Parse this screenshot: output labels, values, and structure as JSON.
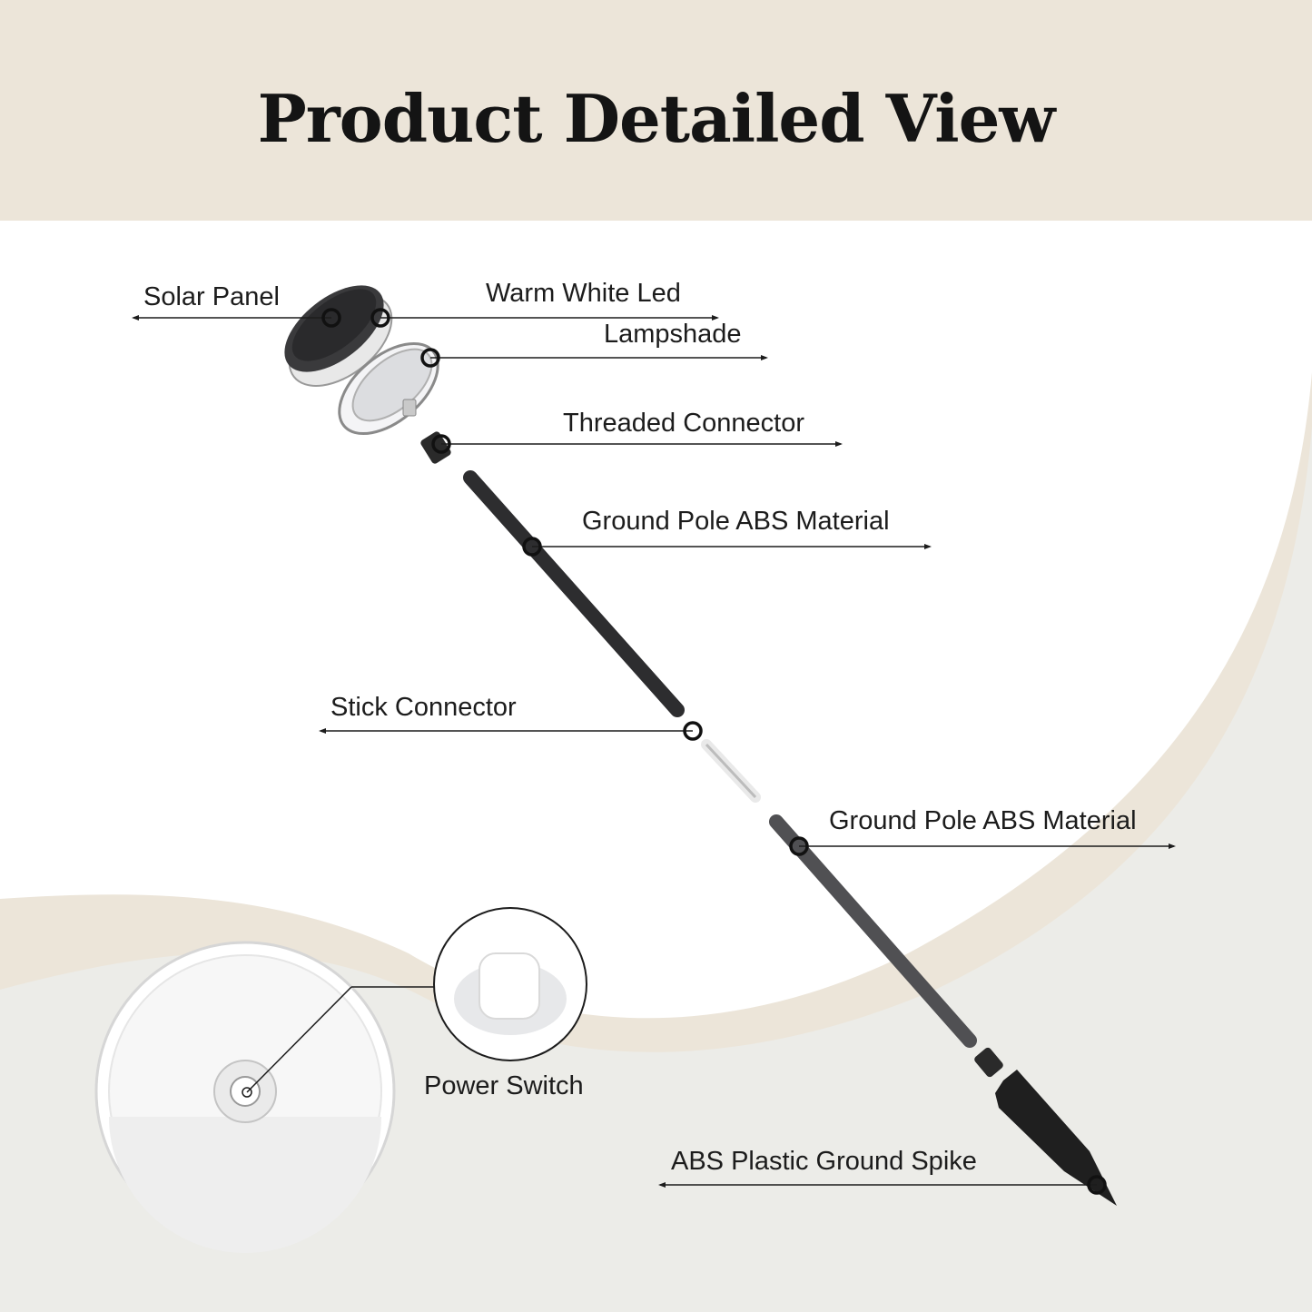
{
  "title": "Product Detailed View",
  "parts": {
    "solar_panel": "Solar Panel",
    "warm_white_led": "Warm White Led",
    "lampshade": "Lampshade",
    "threaded_connector": "Threaded Connector",
    "ground_pole_upper": "Ground Pole ABS Material",
    "stick_connector": "Stick Connector",
    "ground_pole_lower": "Ground Pole ABS Material",
    "power_switch": "Power Switch",
    "ground_spike": "ABS Plastic Ground Spike"
  },
  "colors": {
    "header_bg": "#ece5d9",
    "curve_beige": "#ece5d9",
    "curve_grey": "#ecece8",
    "leader_line": "#1c1c1c"
  }
}
